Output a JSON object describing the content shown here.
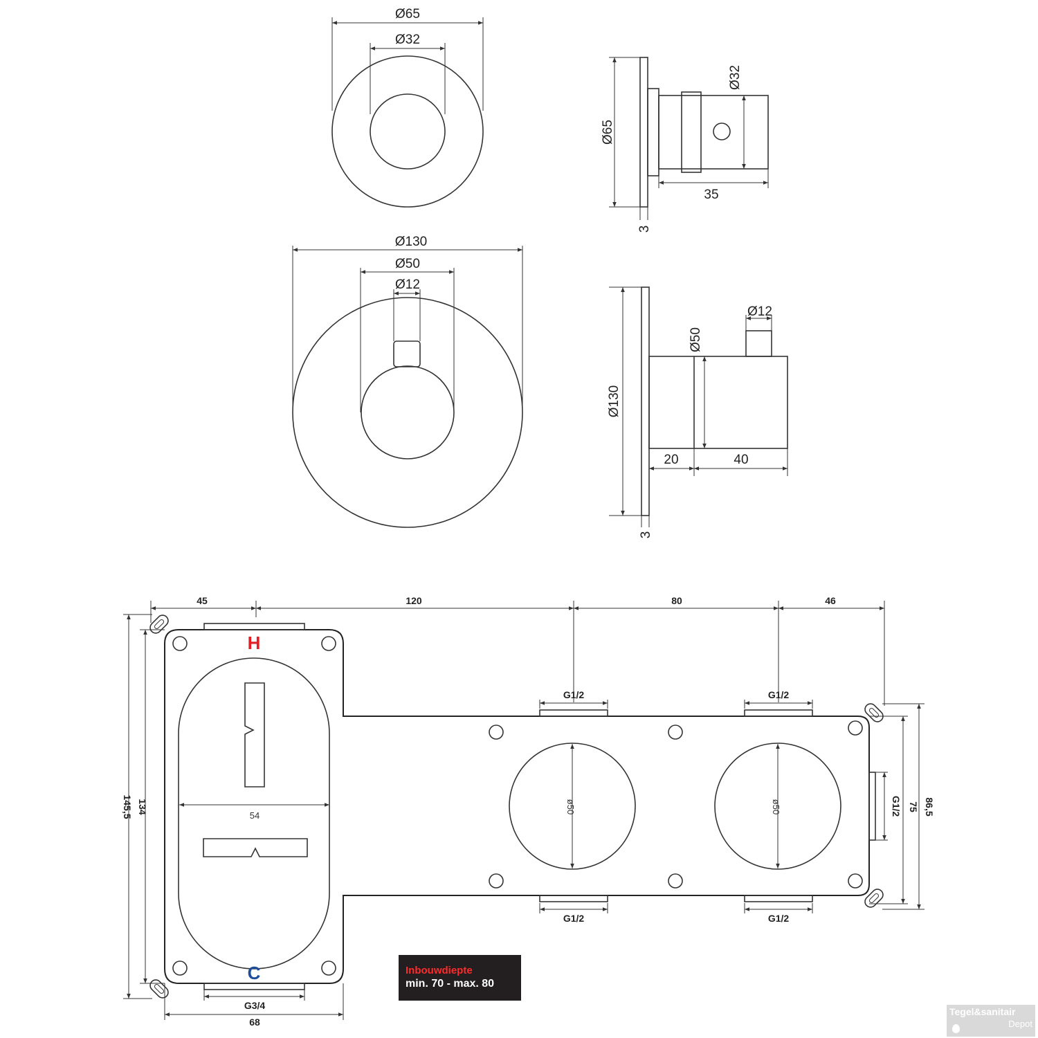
{
  "top_knob": {
    "front": {
      "outer_d": "Ø65",
      "inner_d": "Ø32"
    },
    "side": {
      "plate_d": "Ø65",
      "knob_d": "Ø32",
      "depth": "35",
      "plate_t": "3"
    }
  },
  "main_knob": {
    "front": {
      "outer_d": "Ø130",
      "mid_d": "Ø50",
      "stem_d": "Ø12"
    },
    "side": {
      "plate_d": "Ø130",
      "knob_d": "Ø50",
      "stem_d": "Ø12",
      "depth1": "20",
      "depth2": "40",
      "plate_t": "3"
    }
  },
  "box": {
    "top_dims": [
      "45",
      "120",
      "80",
      "46"
    ],
    "hot_label": "H",
    "cold_label": "C",
    "hot_color": "#e31e24",
    "cold_color": "#1f4e9c",
    "inner_width": "54",
    "width": "68",
    "height_outer": "145,5",
    "height_inner": "134",
    "right_h1": "75",
    "right_h2": "86,5",
    "circle_d1": "ø50",
    "circle_d2": "ø50",
    "thread_top_1": "G1/2",
    "thread_top_2": "G1/2",
    "thread_bottom_1": "G1/2",
    "thread_bottom_2": "G1/2",
    "thread_right": "G1/2",
    "thread_cold": "G3/4"
  },
  "depth_note": {
    "title": "Inbouwdiepte",
    "range": "min. 70 - max. 80"
  },
  "logo": {
    "main": "Tegel&sanitair",
    "sub": "Depot"
  }
}
